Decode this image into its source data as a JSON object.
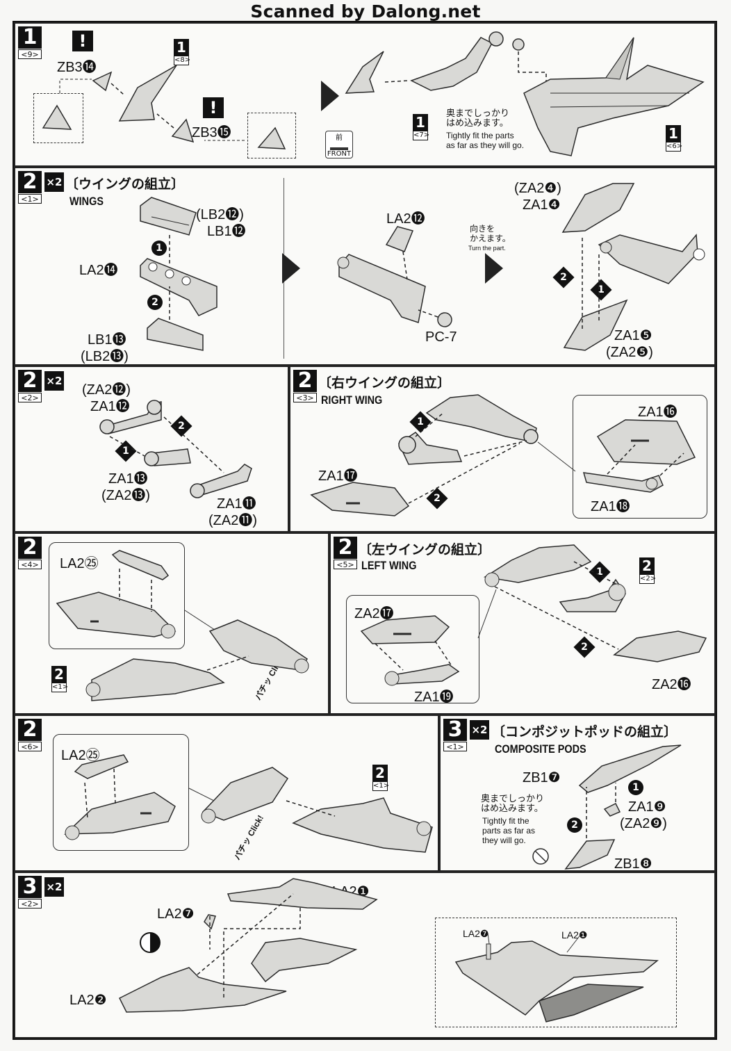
{
  "header": {
    "title": "Scanned by Dalong.net"
  },
  "panels": {
    "p1": {
      "step": "1",
      "sub": "9",
      "labels": {
        "zb3_14": "ZB3⓮",
        "zb3_15": "ZB3⓯",
        "ref8": {
          "n": "1",
          "s": "8"
        },
        "ref7": {
          "n": "1",
          "s": "7"
        },
        "ref6": {
          "n": "1",
          "s": "6"
        },
        "note_jp": "奥までしっかり\nはめ込みます。",
        "note_en": "Tightly fit the parts\nas far as they will go.",
        "front_jp": "前",
        "front_en": "FRONT"
      }
    },
    "p2_1": {
      "step": "2",
      "sub": "1",
      "times": "×2",
      "title_jp": "〔ウイングの組立〕",
      "title_en": "WINGS",
      "labels": {
        "lb2_12": "(LB2⓬)",
        "lb1_12": "LB1⓬",
        "la2_14": "LA2⓮",
        "lb1_13": "LB1⓭",
        "lb2_13": "(LB2⓭)",
        "la2_12": "LA2⓬",
        "pc7": "PC-7",
        "turn_jp": "向きを\nかえます。",
        "turn_en": "Turn the part.",
        "za2_4": "(ZA2❹)",
        "za1_4": "ZA1❹",
        "za1_5": "ZA1❺",
        "za2_5": "(ZA2❺)"
      },
      "steps": [
        "1",
        "2",
        "1",
        "2"
      ]
    },
    "p2_2": {
      "step": "2",
      "sub": "2",
      "times": "×2",
      "labels": {
        "za2_12": "(ZA2⓬)",
        "za1_12": "ZA1⓬",
        "za1_13": "ZA1⓭",
        "za2_13": "(ZA2⓭)",
        "za1_11": "ZA1⓫",
        "za2_11": "(ZA2⓫)"
      }
    },
    "p2_3": {
      "step": "2",
      "sub": "3",
      "title_jp": "〔右ウイングの組立〕",
      "title_en": "RIGHT WING",
      "labels": {
        "za1_17": "ZA1⓱",
        "za1_16": "ZA1⓰",
        "za1_18": "ZA1⓲"
      }
    },
    "p2_4": {
      "step": "2",
      "sub": "4",
      "labels": {
        "la2_25": "LA2㉕",
        "ref1": {
          "n": "2",
          "s": "1"
        },
        "click": "パチッ Click!"
      }
    },
    "p2_5": {
      "step": "2",
      "sub": "5",
      "title_jp": "〔左ウイングの組立〕",
      "title_en": "LEFT WING",
      "labels": {
        "za2_17": "ZA2⓱",
        "za1_19": "ZA1⓳",
        "za2_16": "ZA2⓰",
        "ref2": {
          "n": "2",
          "s": "2"
        }
      }
    },
    "p2_6": {
      "step": "2",
      "sub": "6",
      "labels": {
        "la2_25": "LA2㉕",
        "ref1": {
          "n": "2",
          "s": "1"
        },
        "click": "パチッ Click!"
      }
    },
    "p3_1": {
      "step": "3",
      "sub": "1",
      "times": "×2",
      "title_jp": "〔コンポジットポッドの組立〕",
      "title_en": "COMPOSITE PODS",
      "labels": {
        "zb1_7": "ZB1❼",
        "za1_9": "ZA1❾",
        "za2_9": "(ZA2❾)",
        "zb1_8": "ZB1❽",
        "note_jp": "奥までしっかり\nはめ込みます。",
        "note_en": "Tightly fit the\nparts as far as\nthey will go."
      }
    },
    "p3_2": {
      "step": "3",
      "sub": "2",
      "times": "×2",
      "labels": {
        "la2_1": "LA2❶",
        "la2_7": "LA2❼",
        "la2_2": "LA2❷",
        "inset_la2_7": "LA2❼",
        "inset_la2_1": "LA2❶"
      }
    }
  },
  "colors": {
    "ink": "#111111",
    "paper": "#f7f7f5",
    "part_fill": "#d9d9d6",
    "part_stroke": "#2a2a2a"
  }
}
